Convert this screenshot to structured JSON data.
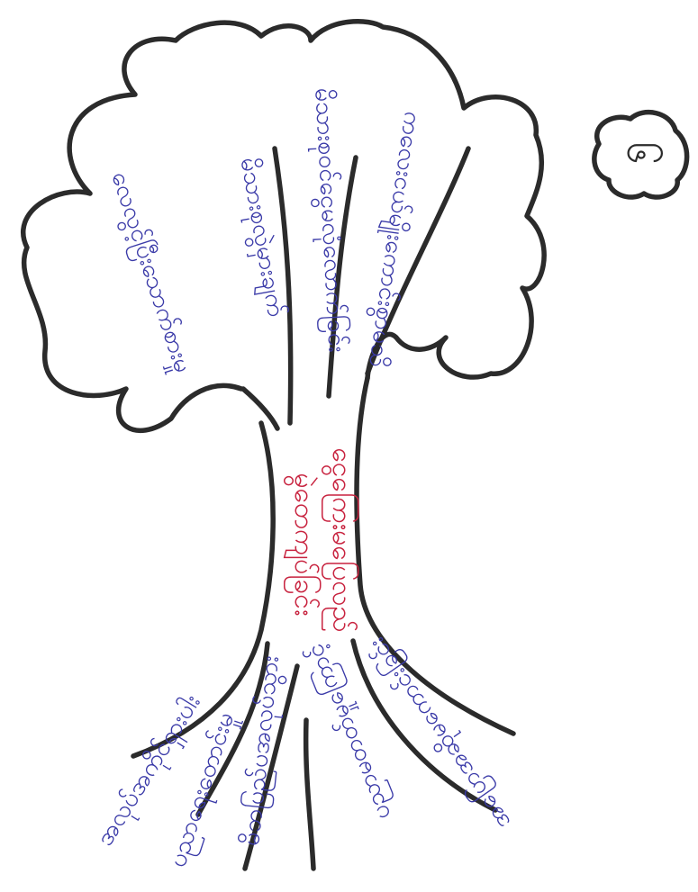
{
  "tree": {
    "corner_number": "၆",
    "trunk": {
      "lines": [
        "ငွေကြေးမပြေလည်",
        "မွဲတေကျပ်ခြင်း"
      ]
    },
    "branches": [
      "လေလွင့်ပြီးသောက်စားမှု",
      "မိသားစုလွဲမှားချက်",
      "မိသားစုဝင်ငွေမလုံလောက်ခြင်း",
      "ကလေးငယ်မျိုးကောင်းစွာမသိ"
    ],
    "roots": [
      "အလုပ်အကိုင်ရှားပါး",
      "ပညာရေးတောင်းမှု",
      "မိဘပြည်ပအလုပ်သွား",
      "ပညာမတတ်မှုကြောင့်",
      "အပြောအဆိုမကောင်းခြင်း"
    ]
  }
}
